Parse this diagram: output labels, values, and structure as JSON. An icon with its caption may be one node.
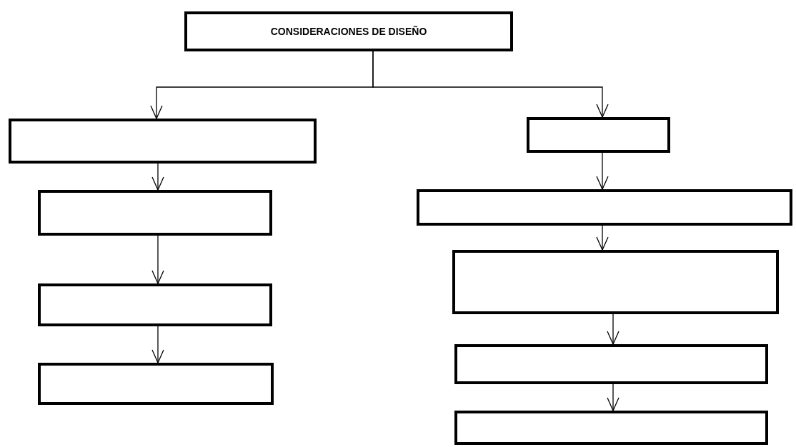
{
  "diagram": {
    "nodes": [
      {
        "text": [
          "CONSIDERACIONES DE DISEÑO"
        ]
      },
      {
        "text": [],
        "shape": "box"
      },
      {
        "text": [],
        "shape": "box"
      },
      {
        "text": [],
        "shape": "box"
      },
      {
        "text": [],
        "shape": "box"
      },
      {
        "text": [],
        "shape": "box"
      },
      {
        "text": [],
        "shape": "box"
      },
      {
        "text": [],
        "shape": "box"
      },
      {
        "text": [],
        "shape": "box"
      },
      {
        "text": [],
        "shape": "box"
      }
    ],
    "edges": [
      {
        "from": 0,
        "to": 1,
        "arrow": "to"
      },
      {
        "from": 0,
        "to": 5,
        "arrow": "to"
      },
      {
        "from": 1,
        "to": 2,
        "arrow": "to"
      },
      {
        "from": 2,
        "to": 3,
        "arrow": "to"
      },
      {
        "from": 3,
        "to": 4,
        "arrow": "to"
      },
      {
        "from": 5,
        "to": 6,
        "arrow": "to"
      },
      {
        "from": 6,
        "to": 7,
        "arrow": "to"
      },
      {
        "from": 7,
        "to": 8,
        "arrow": "to"
      },
      {
        "from": 8,
        "to": 9,
        "arrow": "to"
      }
    ]
  }
}
